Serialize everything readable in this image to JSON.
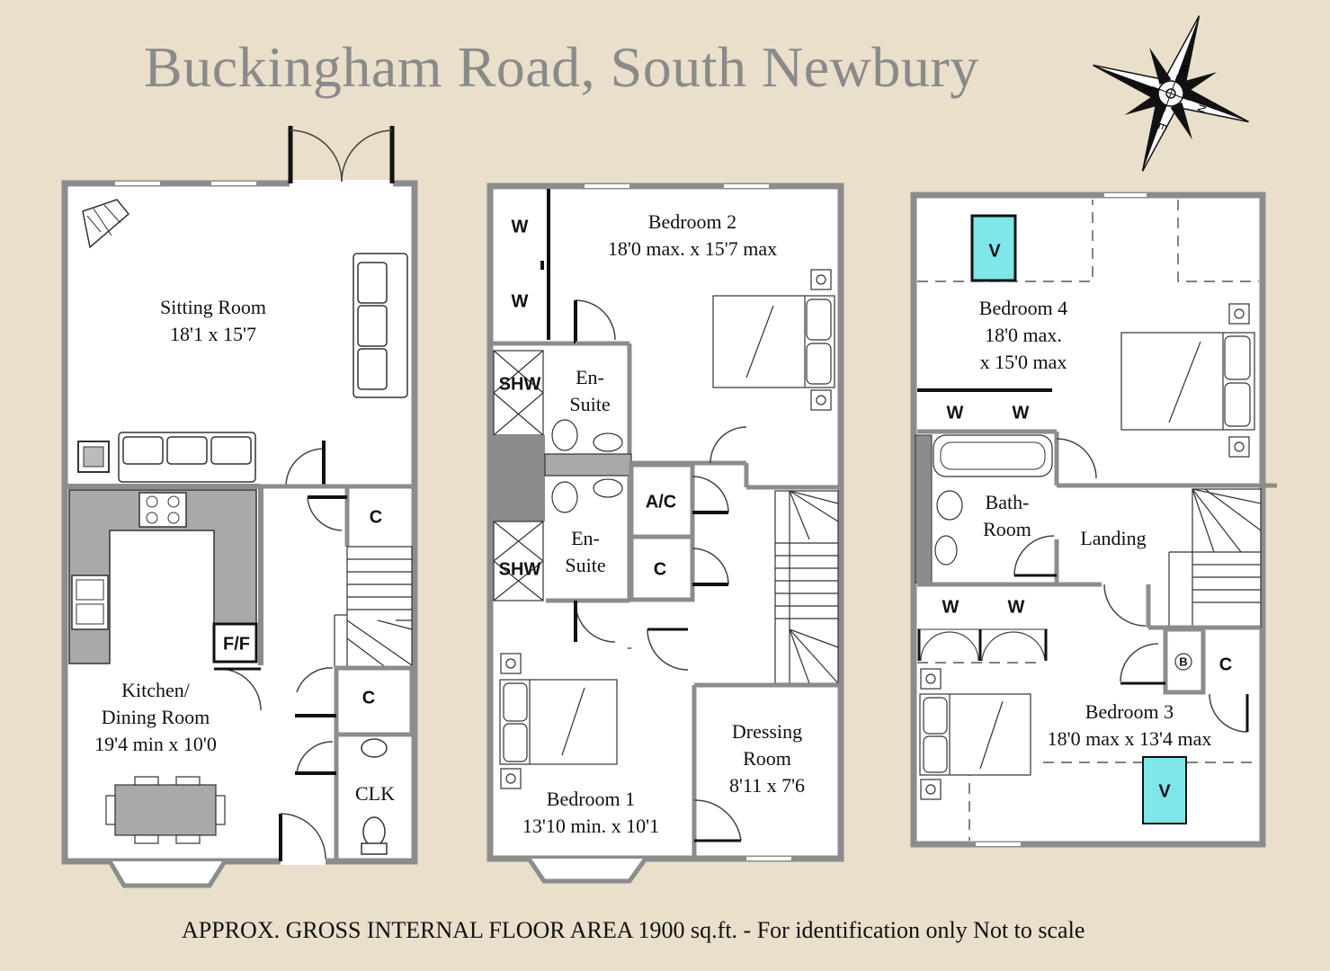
{
  "title": "Buckingham Road, South Newbury",
  "footer": "APPROX. GROSS INTERNAL FLOOR AREA 1900 sq.ft.  - For identification only Not to scale",
  "compass": {
    "n": "N",
    "e": "E",
    "s": "S",
    "w": "W"
  },
  "rooms": {
    "sitting": [
      "Sitting Room",
      "18'1 x 15'7"
    ],
    "kitchen": [
      "Kitchen/",
      "Dining Room",
      "19'4 min x 10'0"
    ],
    "clk": [
      "CLK"
    ],
    "bed2": [
      "Bedroom 2",
      "18'0 max. x 15'7 max"
    ],
    "ensuite1": [
      "En-",
      "Suite"
    ],
    "ensuite2": [
      "En-",
      "Suite"
    ],
    "bed1": [
      "Bedroom 1",
      "13'10 min. x 10'1"
    ],
    "dressing": [
      "Dressing",
      "Room",
      "8'11 x 7'6"
    ],
    "bed4": [
      "Bedroom 4",
      "18'0 max.",
      "x 15'0 max"
    ],
    "bath": [
      "Bath-",
      "Room"
    ],
    "landing": [
      "Landing"
    ],
    "bed3": [
      "Bedroom 3",
      "18'0 max x 13'4 max"
    ]
  },
  "tags": {
    "c": "C",
    "ff": "F/F",
    "ac": "A/C",
    "w": "W",
    "shw": "SHW",
    "v": "V",
    "b": "B"
  },
  "colors": {
    "wall": "#8c8c8c",
    "counter": "#a9a9a9",
    "skylight": "#7fe6ea",
    "floor": "#ffffff",
    "bg": "#e9dfca"
  }
}
